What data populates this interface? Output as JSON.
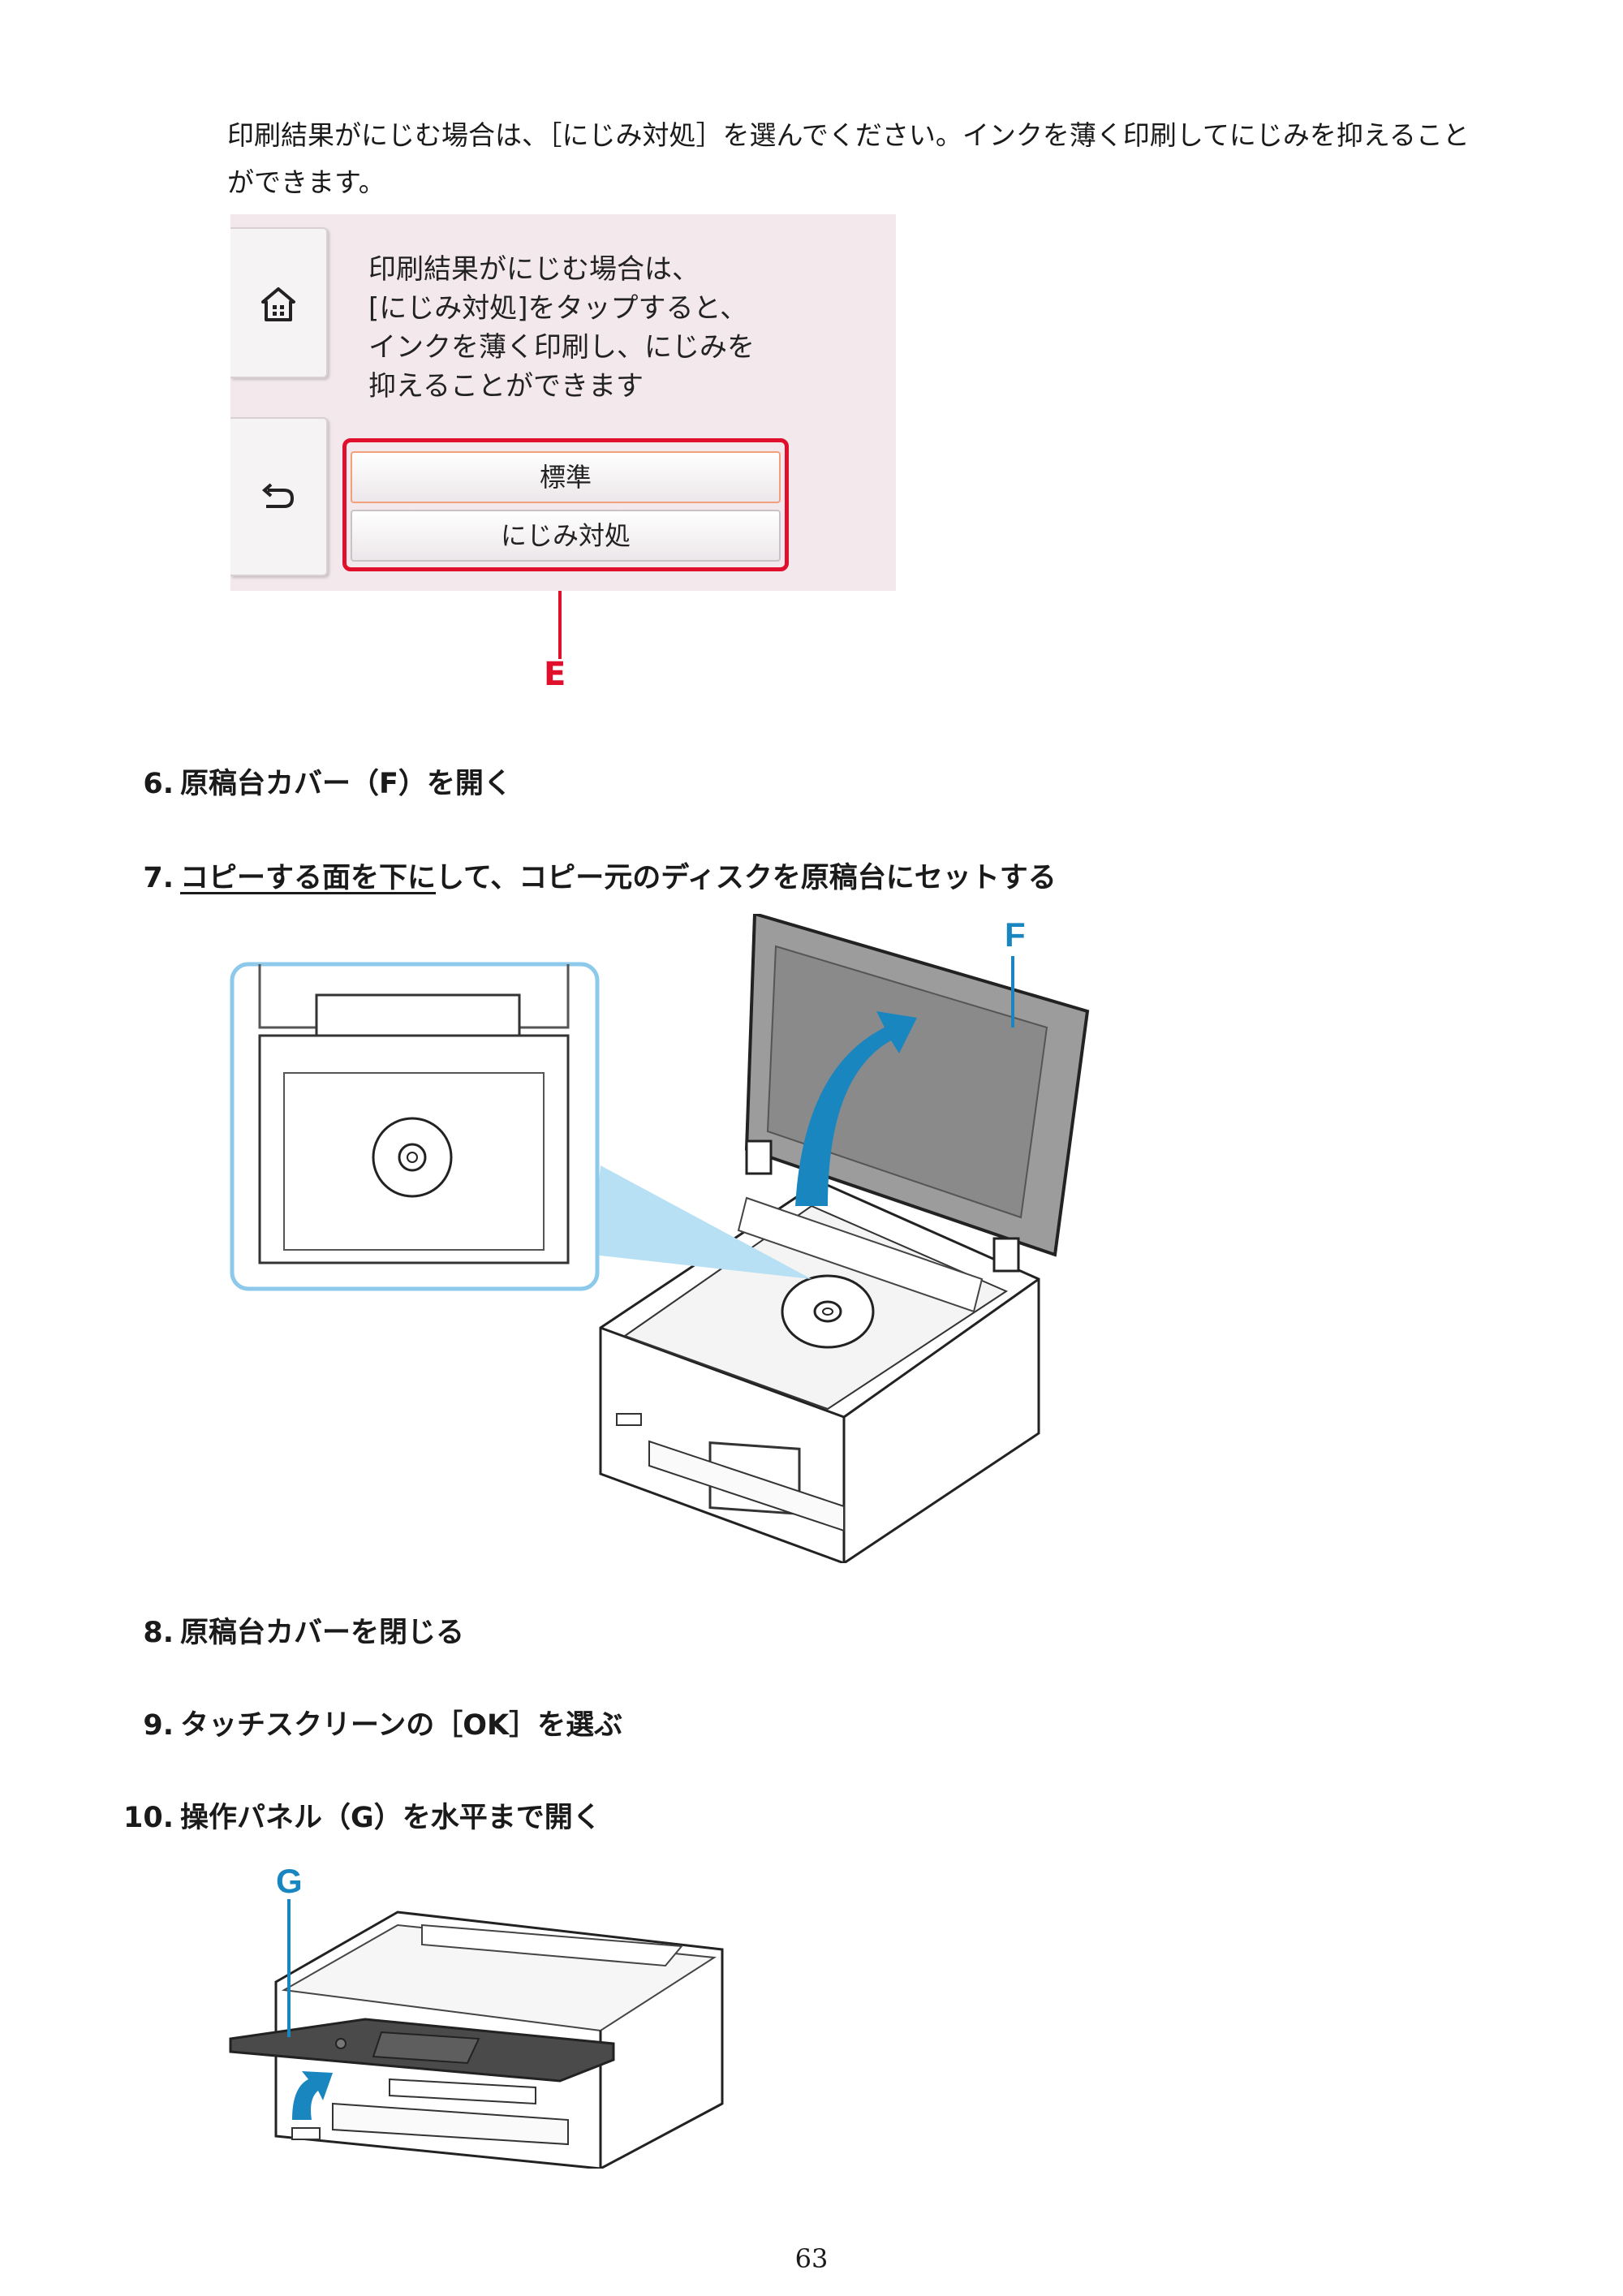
{
  "intro": {
    "line1": "印刷結果がにじむ場合は、［にじみ対処］を選んでください。インクを薄く印刷してにじみを抑えること",
    "line2": "ができます。"
  },
  "panel": {
    "message": "印刷結果がにじむ場合は、\n[にじみ対処]をタップすると、\nインクを薄く印刷し、にじみを\n抑えることができます",
    "options": [
      "標準",
      "にじみ対処"
    ],
    "home_icon": "home-icon",
    "back_icon": "back-arrow-icon",
    "highlight_color": "#e0102c",
    "callout": "E"
  },
  "steps": [
    {
      "num": "6.",
      "text": "原稿台カバー（F）を開く"
    },
    {
      "num": "7.",
      "text_underlined": "コピーする面を下に",
      "text_rest": "して、コピー元のディスクを原稿台にセットする"
    },
    {
      "num": "8.",
      "text": "原稿台カバーを閉じる"
    },
    {
      "num": "9.",
      "text": "タッチスクリーンの［OK］を選ぶ"
    },
    {
      "num": "10.",
      "text": "操作パネル（G）を水平まで開く"
    }
  ],
  "figure_disc": {
    "callout": "F",
    "callout_color": "#1a86c0"
  },
  "figure_panel": {
    "callout": "G",
    "callout_color": "#1a86c0"
  },
  "page_number": "63"
}
